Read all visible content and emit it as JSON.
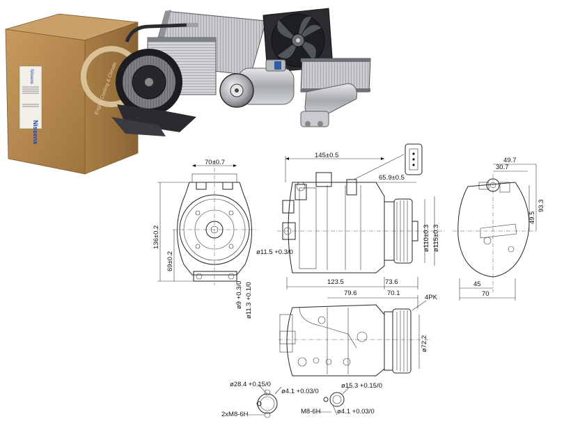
{
  "brand": {
    "box_logo": "Nissens",
    "box_tagline": "Engine Cooling & Climate"
  },
  "colors": {
    "box_cardboard": "#b58a52",
    "box_shadow": "#8a6535",
    "metal": "#9a9da2",
    "drawing_ink": "#222222"
  },
  "drawing": {
    "front_view": {
      "width_top": "70±0.7",
      "height_total": "136±0.2",
      "height_center": "69±0.2",
      "hole_a": "ø9 +0.3/0",
      "hole_b": "ø11.3 +0.1/0"
    },
    "side_view": {
      "length_top": "145±0.5",
      "connector_offset": "65.9±0.5",
      "pulley_dia_a": "ø110±0.3",
      "pulley_dia_b": "ø115±0.3",
      "port_dia": "ø11.5 +0.3/0",
      "bottom_left": "123.5",
      "bottom_right": "73.6"
    },
    "rear_view": {
      "top_1": "49.7",
      "top_2": "30.7",
      "right_1": "93.3",
      "right_2": "49.5",
      "bottom_1": "45",
      "bottom_2": "70"
    },
    "bottom_view": {
      "dim_1": "79.6",
      "dim_2": "70.1",
      "belt": "4PK",
      "pulley": "ø72.2"
    },
    "ports": {
      "left_big": "ø28.4 +0.15/0",
      "left_small": "ø4.1 +0.03/0",
      "left_thread": "2xM8-6H",
      "right_big": "ø15.3 +0.15/0",
      "right_small": "ø4.1 +0.03/0",
      "right_thread": "M8-6H"
    }
  }
}
